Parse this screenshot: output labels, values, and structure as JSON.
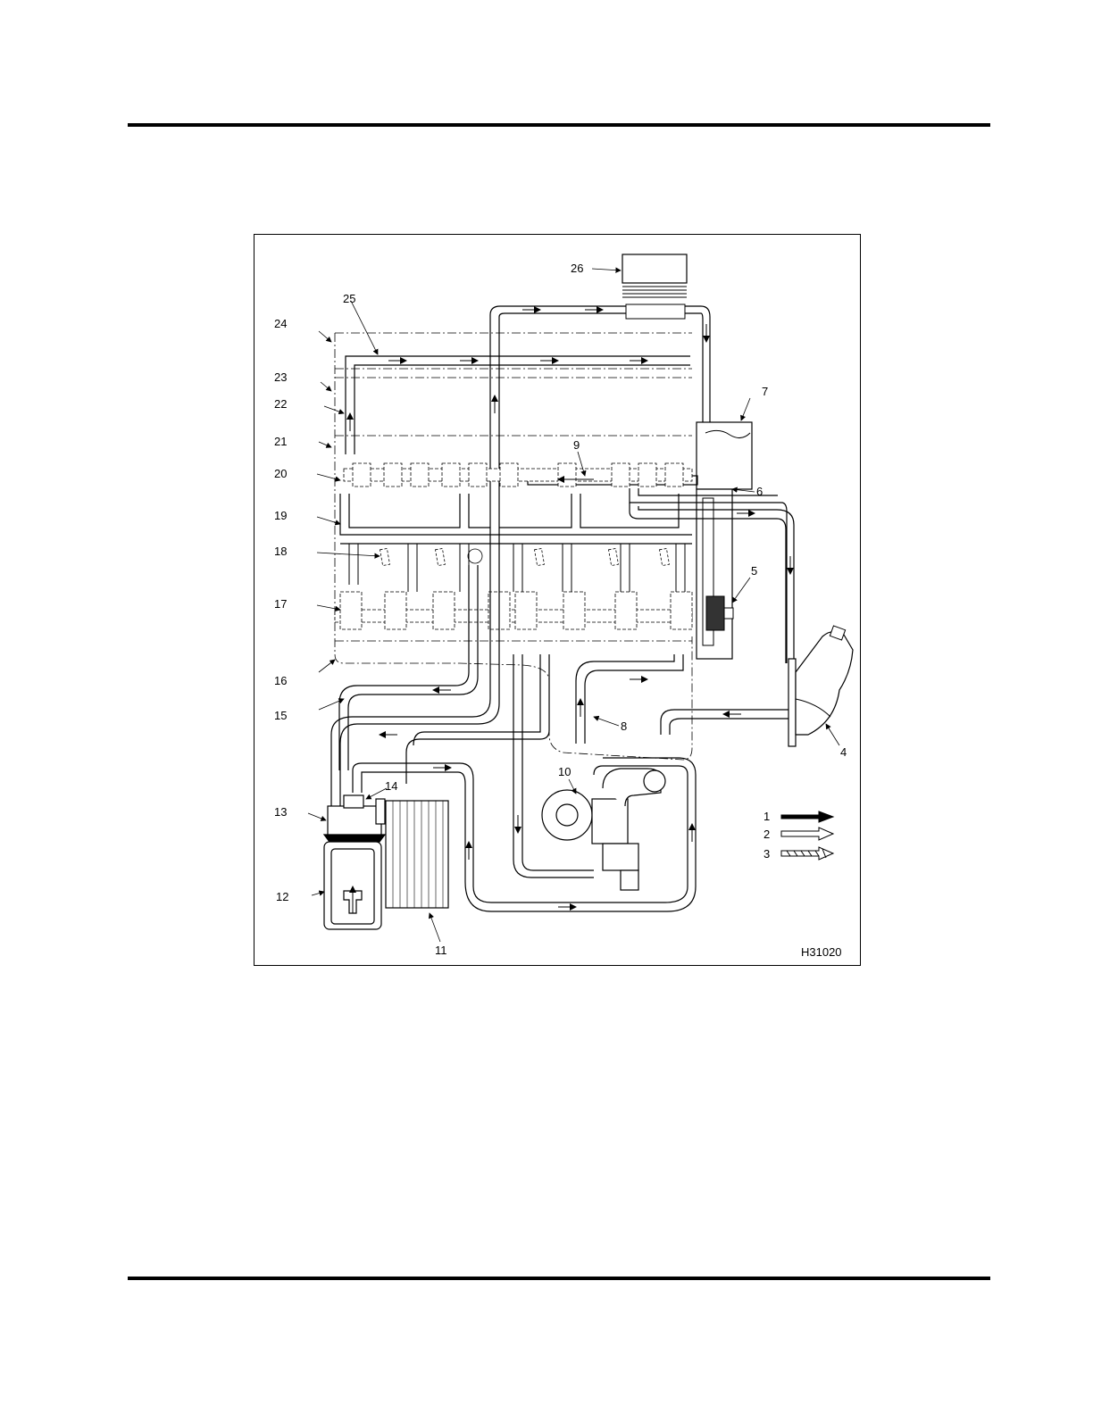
{
  "figure": {
    "id": "H31020",
    "callouts": [
      "1",
      "2",
      "3",
      "4",
      "5",
      "6",
      "7",
      "8",
      "9",
      "10",
      "11",
      "12",
      "13",
      "14",
      "15",
      "16",
      "17",
      "18",
      "19",
      "20",
      "21",
      "22",
      "23",
      "24",
      "25",
      "26"
    ],
    "legend": [
      {
        "number": "1",
        "arrow_style": "solid"
      },
      {
        "number": "2",
        "arrow_style": "outline"
      },
      {
        "number": "3",
        "arrow_style": "hatched"
      }
    ]
  }
}
